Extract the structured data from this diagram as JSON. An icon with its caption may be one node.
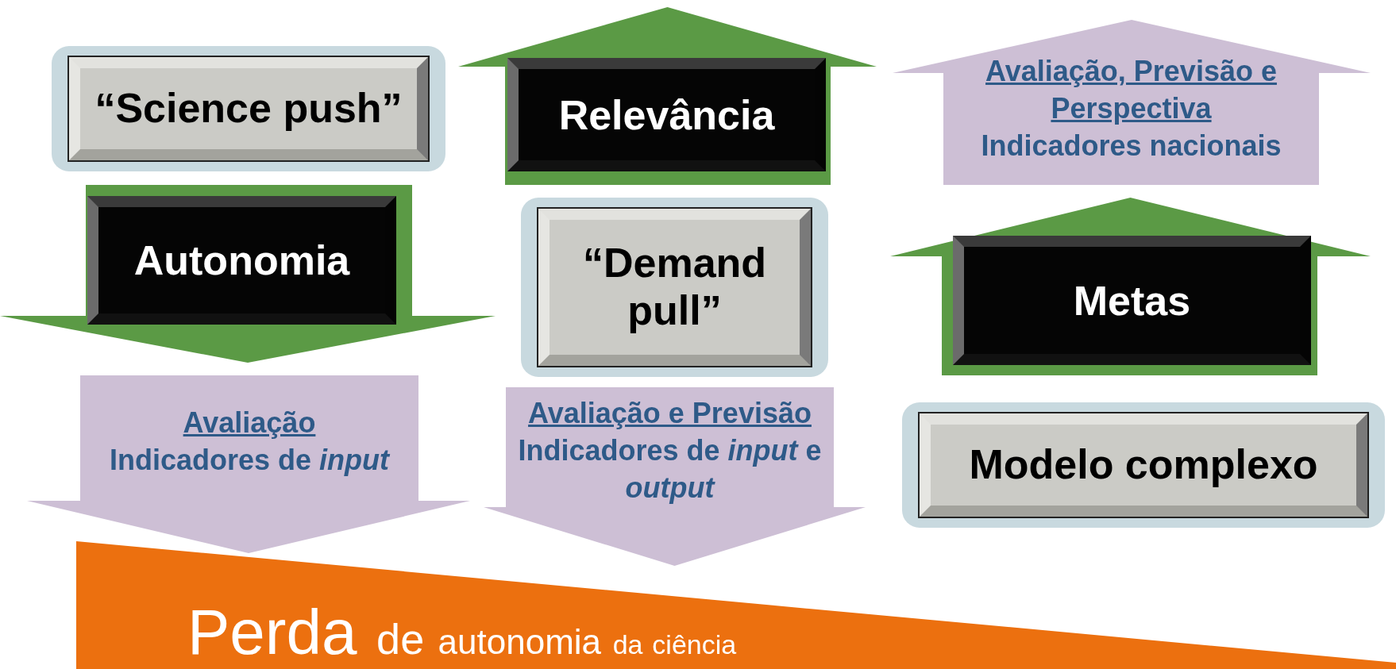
{
  "diagram": {
    "nodes": [
      {
        "text": [
          "“Science push”"
        ]
      },
      {
        "text": [
          "Relevância"
        ]
      },
      {
        "text": [
          "Avaliação, Previsão e Perspectiva",
          "Indicadores nacionais"
        ]
      },
      {
        "text": [
          "Autonomia"
        ]
      },
      {
        "text": [
          "“Demand pull”"
        ]
      },
      {
        "text": [
          "Metas"
        ]
      },
      {
        "text": [
          "Avaliação",
          "Indicadores de *input*"
        ]
      },
      {
        "text": [
          "Avaliação e Previsão",
          "Indicadores de *input* e *output*"
        ]
      },
      {
        "text": [
          "Modelo complexo"
        ]
      },
      {
        "text": [
          "Perda de autonomia da ciência"
        ]
      }
    ],
    "edges": []
  }
}
